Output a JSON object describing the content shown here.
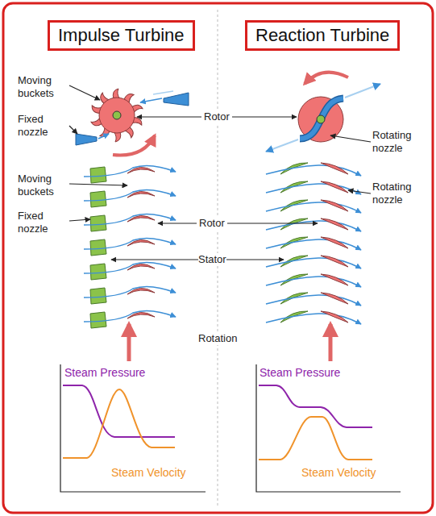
{
  "diagram": {
    "nodes": [
      {
        "text": [
          "Impulse Turbine"
        ]
      },
      {
        "text": [
          "Reaction Turbine"
        ]
      }
    ],
    "labels": [
      "Moving buckets",
      "Fixed nozzle",
      "Rotor",
      "Rotating nozzle",
      "Moving buckets",
      "Fixed nozzle",
      "Rotor",
      "Rotating nozzle",
      "Stator",
      "Rotation",
      "Steam Pressure",
      "Steam Velocity",
      "Steam Pressure",
      "Steam Velocity"
    ]
  }
}
